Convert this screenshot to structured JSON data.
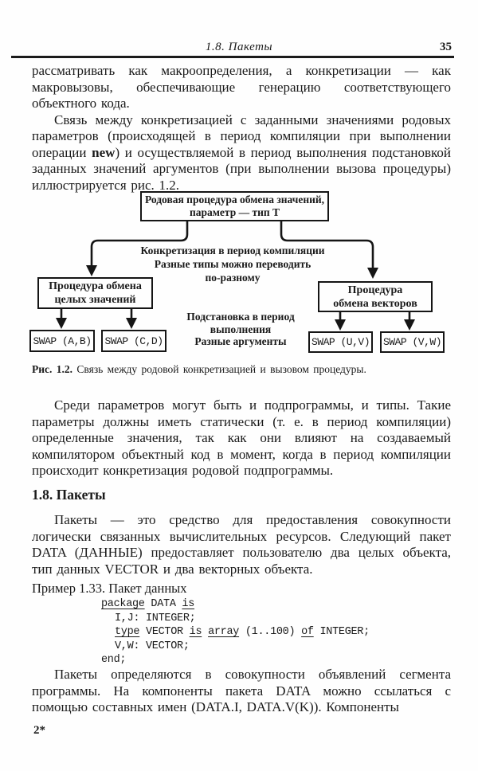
{
  "page": {
    "running_head": "1.8. Пакеты",
    "page_number": "35",
    "footer_signature": "2*"
  },
  "paragraphs": {
    "p1": "рассматривать как макроопределения, а конкретизации — как макровызовы, обеспечивающие генерацию соответствующего объектного кода.",
    "p2_pre": "Связь между конкретизацией с заданными значениями родовых параметров (происходящей в период компиляции при выполнении операции ",
    "p2_keyword": "new",
    "p2_post": ") и осуществляемой в период выполнения подстановкой заданных значений аргументов (при выполнении вызова процедуры) иллюстрируется рис. 1.2.",
    "p3": "Среди параметров могут быть и подпрограммы, и типы. Такие параметры должны иметь статически (т. е. в период компиляции) определенные значения, так как они влияют на создаваемый компилятором объектный код в момент, когда в период компиляции происходит конкретизация родовой подпрограммы.",
    "p4": "Пакеты — это средство для предоставления совокупности логически связанных вычислительных ресурсов. Следующий пакет DATA (ДАННЫЕ) предоставляет пользователю два целых объекта, тип данных VECTOR и два векторных объекта.",
    "example_caption": "Пример 1.33. Пакет данных",
    "p5": "Пакеты определяются в совокупности объявлений сегмента программы. На компоненты пакета DATA можно ссылаться с помощью составных имен (DATA.I, DATA.V(K)). Компоненты"
  },
  "section_heading": "1.8. Пакеты",
  "figure": {
    "top_box_line1": "Родовая процедура обмена значений,",
    "top_box_line2": "параметр — тип Т",
    "left_box_line1": "Процедура обмена",
    "left_box_line2": "целых значений",
    "right_box_line1": "Процедура",
    "right_box_line2": "обмена векторов",
    "annotation1_line1": "Конкретизация в период компиляции",
    "annotation1_line2": "Разные типы можно переводить",
    "annotation1_line3": "по-разному",
    "annotation2_line1": "Подстановка в период",
    "annotation2_line2": "выполнения",
    "annotation2_line3": "Разные аргументы",
    "call_ab": "SWAP (A,B)",
    "call_cd": "SWAP (C,D)",
    "call_uv": "SWAP (U,V)",
    "call_vw": "SWAP (V,W)",
    "caption_label": "Рис. 1.2.",
    "caption_text": " Связь между родовой конкретизацией и вызовом процедуры."
  },
  "code": {
    "line1": {
      "kw1": "package",
      "t1": " DATA ",
      "kw2": "is"
    },
    "line2": "I,J: INTEGER;",
    "line3": {
      "kw1": "type",
      "t1": " VECTOR ",
      "kw2": "is",
      "t2": " ",
      "kw3": "array",
      "t3": " (1..100) ",
      "kw4": "of",
      "t4": " INTEGER;"
    },
    "line4": "V,W: VECTOR;",
    "line5": "end;"
  },
  "colors": {
    "ink": "#1a1a1a",
    "paper": "#fefefe"
  }
}
